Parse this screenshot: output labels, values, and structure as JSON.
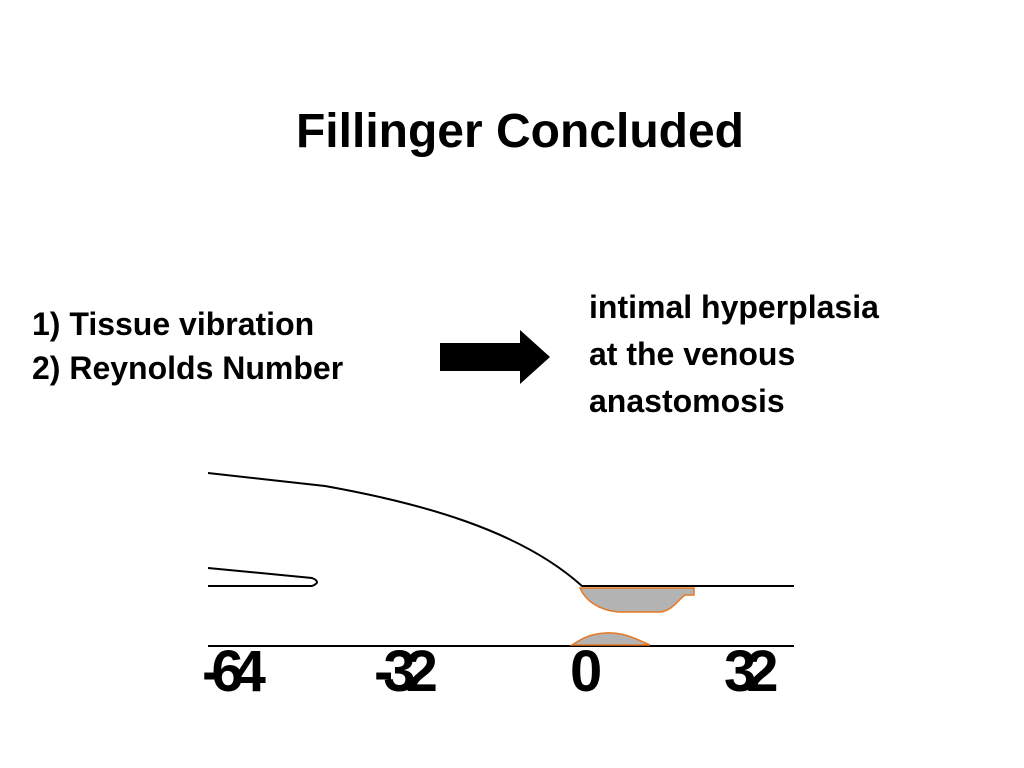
{
  "slide": {
    "title": "Fillinger Concluded",
    "causes": [
      "1) Tissue vibration",
      "2) Reynolds Number"
    ],
    "result_lines": [
      "intimal hyperplasia",
      "at the venous",
      "anastomosis"
    ]
  },
  "diagram": {
    "line_color": "#000000",
    "hyperplasia_fill": "#b3b3b3",
    "hyperplasia_outline": "#e87722",
    "axis_labels": [
      "-64",
      "-32",
      "0",
      "32"
    ]
  },
  "icons": {
    "arrow": "right-arrow-icon"
  }
}
